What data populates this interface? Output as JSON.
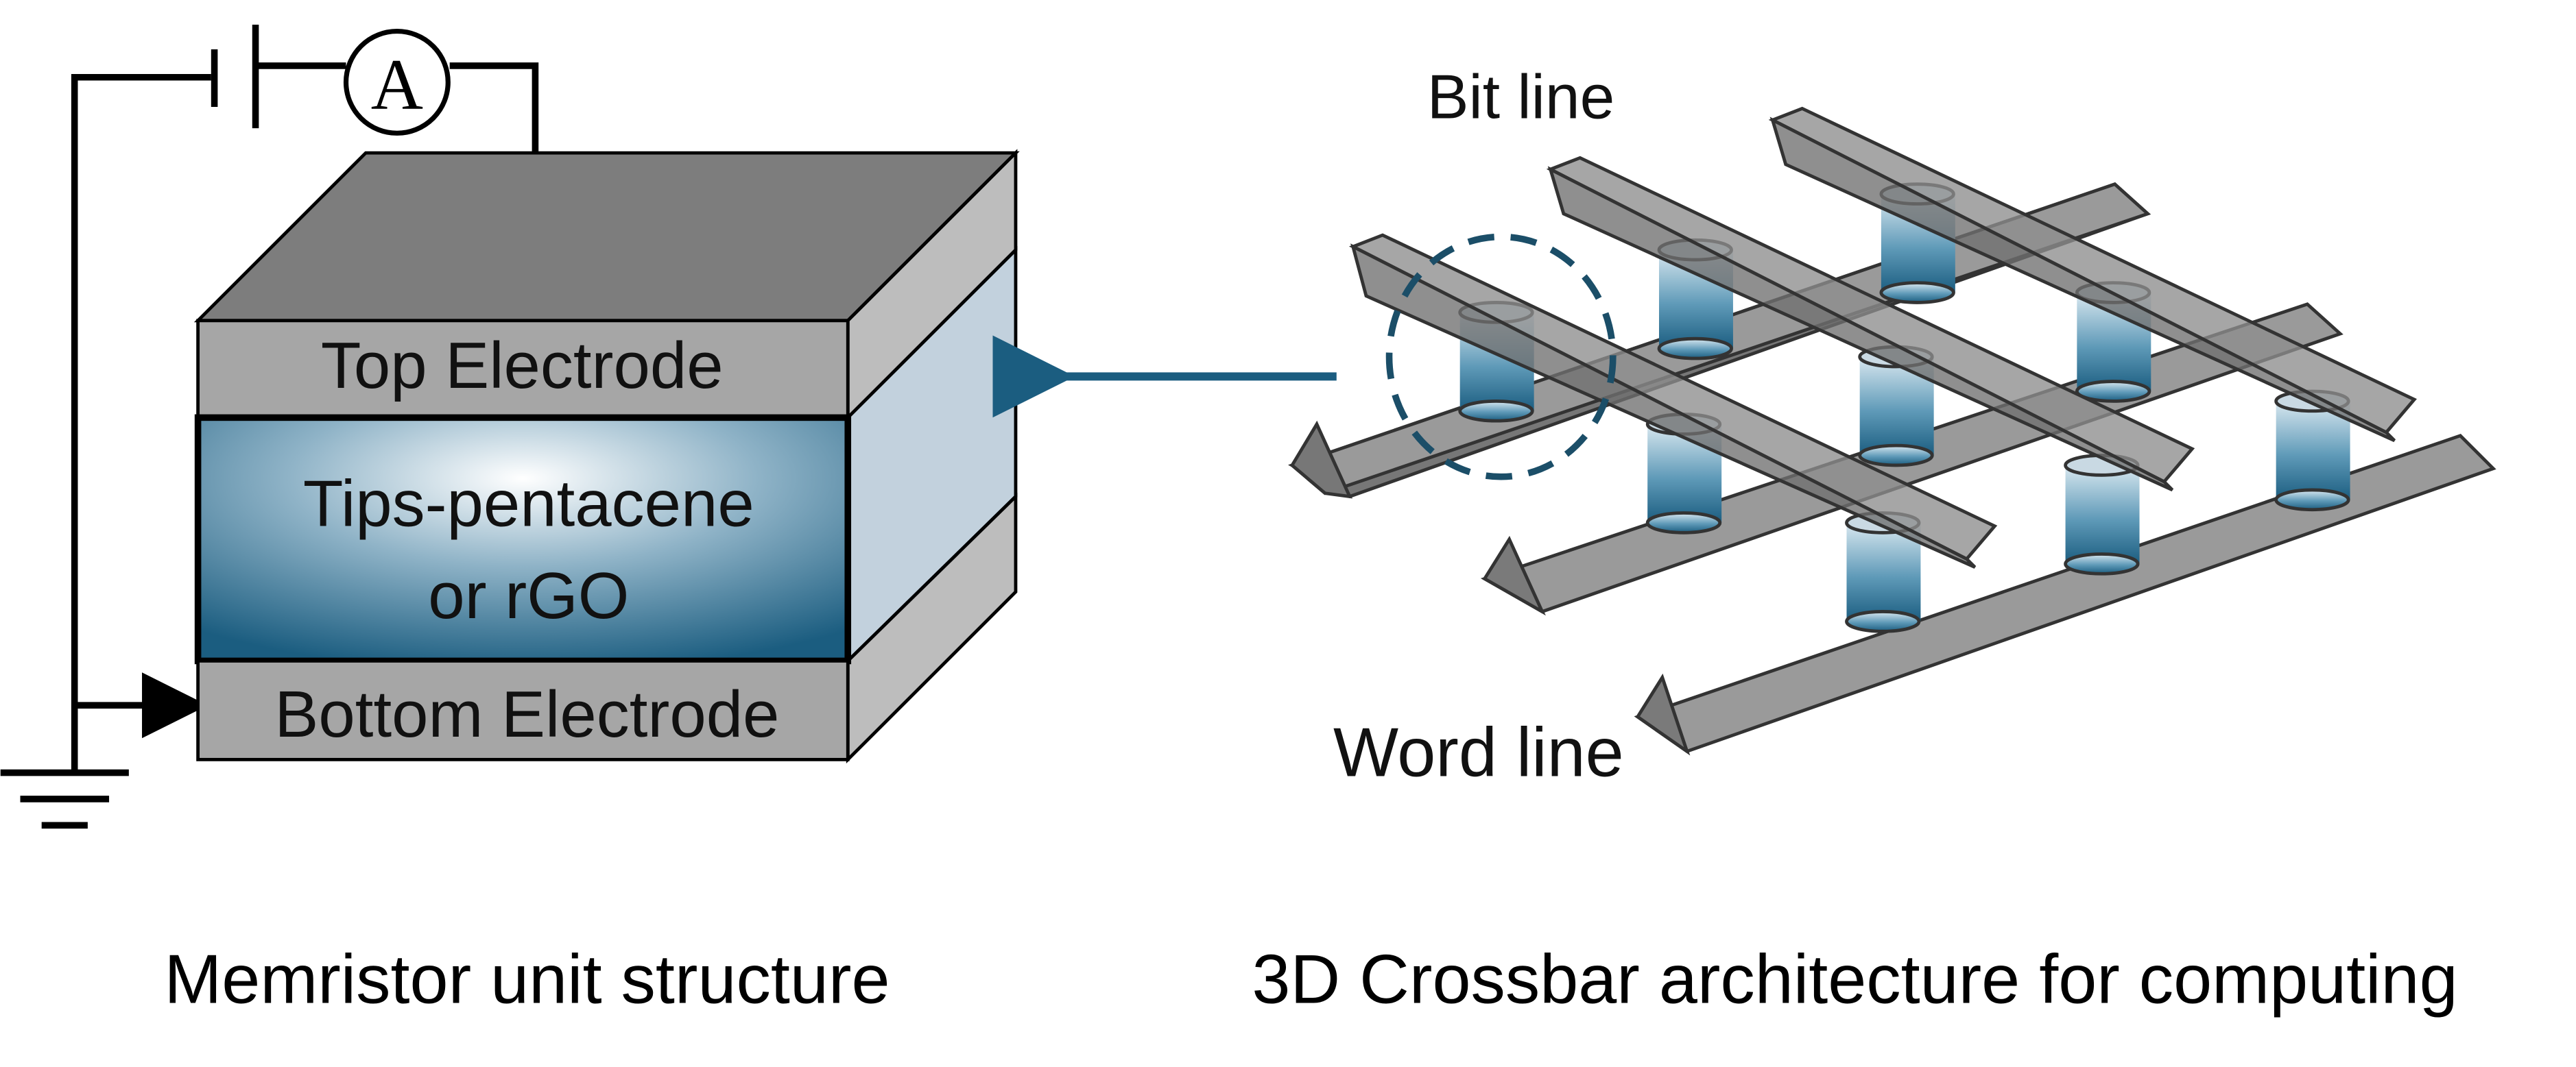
{
  "memristor": {
    "ammeter_symbol": "A",
    "top_electrode": "Top Electrode",
    "active_layer_line1": "Tips-pentacene",
    "active_layer_line2": "or rGO",
    "bottom_electrode": "Bottom Electrode",
    "caption": "Memristor unit structure"
  },
  "crossbar": {
    "bit_line_label": "Bit line",
    "word_line_label": "Word line",
    "caption": "3D Crossbar architecture for computing"
  },
  "colors": {
    "cube_top": "#7d7d7d",
    "electrode_face": "#a6a6a6",
    "electrode_side": "#bdbdbd",
    "active_side": "#c2d1dd",
    "teal_dark": "#1b5d80",
    "bar_face": "#9a9a9a"
  }
}
